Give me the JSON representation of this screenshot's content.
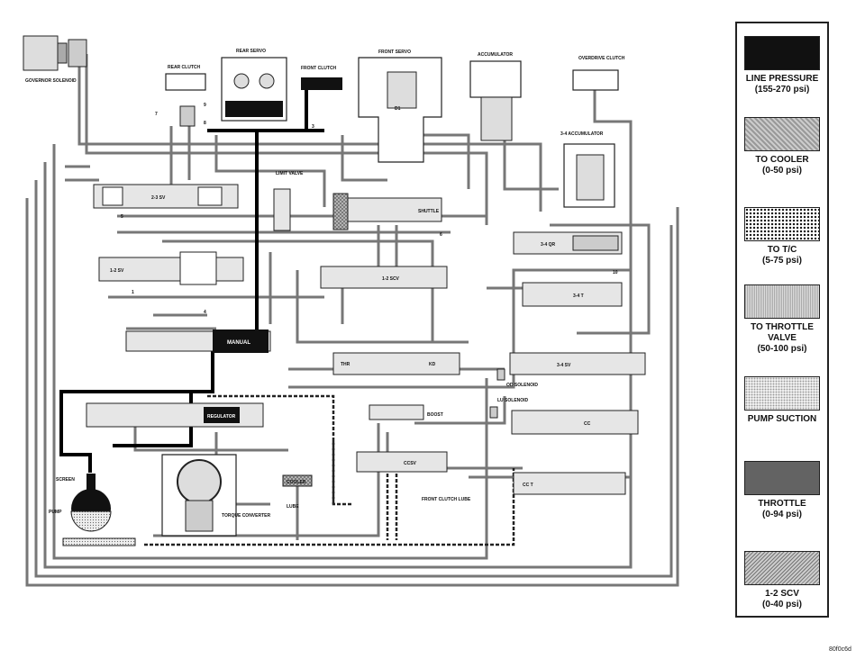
{
  "diagram": {
    "labels": {
      "governor_solenoid": "GOVERNOR SOLENOID",
      "rear_clutch": "REAR CLUTCH",
      "rear_servo": "REAR SERVO",
      "front_clutch": "FRONT CLUTCH",
      "front_servo": "FRONT SERVO",
      "accumulator": "ACCUMULATOR",
      "overdrive_clutch": "OVERDRIVE CLUTCH",
      "accumulator_34": "3-4 ACCUMULATOR",
      "limit_valve": "LIMIT VALVE",
      "sv_23": "2-3 SV",
      "shuttle": "SHUTTLE",
      "qr_34": "3-4 QR",
      "sv_12": "1-2 SV",
      "scv_12": "1-2 SCV",
      "t_34": "3-4 T",
      "manual": "MANUAL",
      "thr": "THR",
      "kd": "KD",
      "sv_34": "3-4 SV",
      "od_solenoid": "OD SOLENOID",
      "regulator": "REGULATOR",
      "boost": "BOOST",
      "lu_solenoid": "LU SOLENOID",
      "cc": "CC",
      "ccsv": "CCSV",
      "cc_t": "CC T",
      "cooler": "COOLER",
      "lube": "LUBE",
      "front_clutch_lube": "FRONT CLUTCH LUBE",
      "screen": "SCREEN",
      "pump": "PUMP",
      "torque_converter": "TORQUE CONVERTER",
      "d1": "D1",
      "num_7": "7",
      "num_9": "9",
      "num_8": "8",
      "num_3": "3",
      "num_4": "4",
      "num_5": "5",
      "num_6": "6",
      "num_1": "1",
      "num_10": "10"
    }
  },
  "legend": {
    "items": [
      {
        "label": "LINE PRESSURE",
        "range": "(155-270 psi)",
        "pattern": "solid-black"
      },
      {
        "label": "TO COOLER",
        "range": "(0-50 psi)",
        "pattern": "crosshatch"
      },
      {
        "label": "TO T/C",
        "range": "(5-75 psi)",
        "pattern": "speckle"
      },
      {
        "label": "TO THROTTLE VALVE",
        "range": "(50-100 psi)",
        "pattern": "vertical-lines"
      },
      {
        "label": "PUMP SUCTION",
        "range": "",
        "pattern": "fine-dots"
      },
      {
        "label": "THROTTLE",
        "range": "(0-94 psi)",
        "pattern": "dense-dots"
      },
      {
        "label": "1-2 SCV",
        "range": "(0-40 psi)",
        "pattern": "diagonal"
      }
    ]
  },
  "reference_code": "80f0c6d"
}
